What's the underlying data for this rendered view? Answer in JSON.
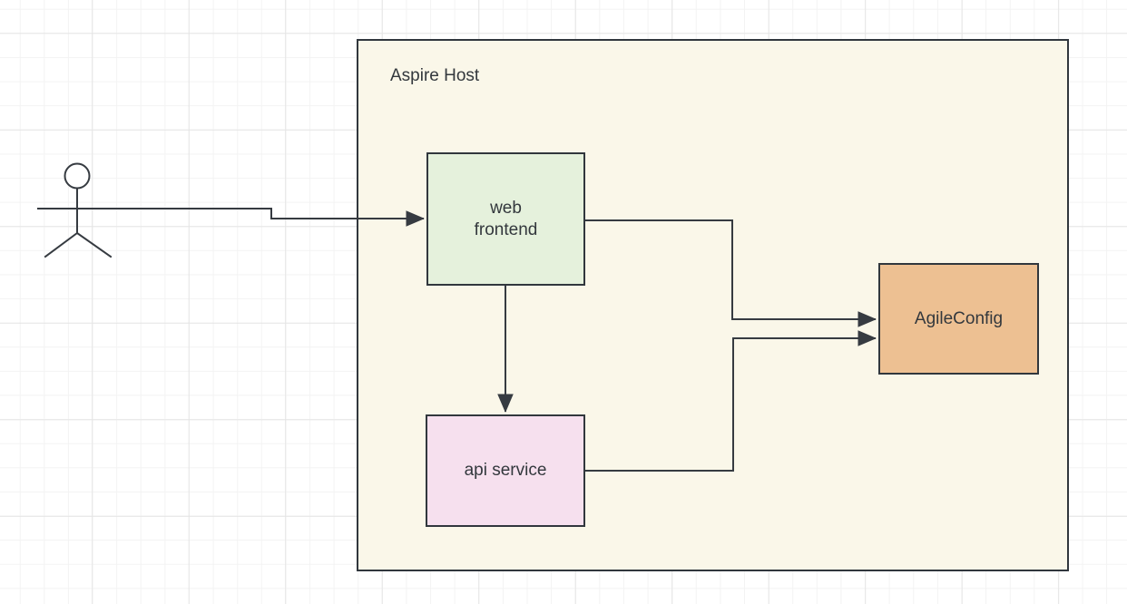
{
  "canvas": {
    "background": "#ffffff",
    "grid_minor_color": "#f3f3f3",
    "grid_major_color": "#e5e5e5"
  },
  "colors": {
    "stroke": "#363b41",
    "text": "#33383d",
    "host_fill": "#faf7e9",
    "web_frontend_fill": "#e5f1dc",
    "api_service_fill": "#f6e0ee",
    "agileconfig_fill": "#edc092"
  },
  "host": {
    "label": "Aspire Host"
  },
  "nodes": {
    "web_frontend": {
      "label": "web\nfrontend"
    },
    "api_service": {
      "label": "api service"
    },
    "agileconfig": {
      "label": "AgileConfig"
    }
  },
  "actor": {
    "name": "user actor (stick figure)"
  },
  "edges": [
    {
      "from": "actor",
      "to": "web_frontend",
      "style": "orthogonal-arrow"
    },
    {
      "from": "web_frontend",
      "to": "api_service",
      "style": "orthogonal-arrow"
    },
    {
      "from": "web_frontend",
      "to": "agileconfig",
      "style": "orthogonal-arrow"
    },
    {
      "from": "api_service",
      "to": "agileconfig",
      "style": "orthogonal-arrow"
    }
  ]
}
